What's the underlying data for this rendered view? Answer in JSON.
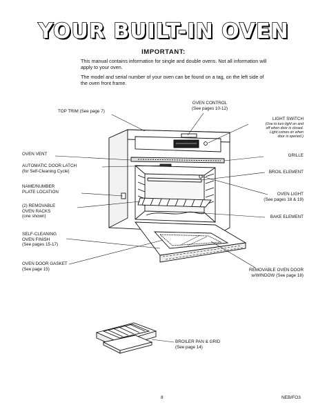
{
  "title": "YOUR BUILT-IN OVEN",
  "important": "IMPORTANT:",
  "paragraphs": [
    "This manual contains information for single and double ovens. Not all information will apply to your oven.",
    "The model and serial number of your oven can be found on a tag, on the left side of the oven front frame."
  ],
  "labels": {
    "top_trim": {
      "main": "TOP TRIM (See page 7)"
    },
    "oven_control": {
      "main": "OVEN CONTROL",
      "sub": "(See pages 10-12)"
    },
    "light_switch": {
      "main": "LIGHT SWITCH",
      "sub": [
        "(Use to turn light on and",
        "off when door is closed.",
        "Light comes on when",
        "door is opened.)"
      ]
    },
    "oven_vent": {
      "main": "OVEN VENT"
    },
    "grille": {
      "main": "GRILLE"
    },
    "door_latch": {
      "main": "AUTOMATIC DOOR LATCH",
      "sub": "(for Self-Cleaning Cycle)"
    },
    "broil_element": {
      "main": "BROIL ELEMENT"
    },
    "name_plate": {
      "main": "NAME/NUMBER",
      "sub": "PLATE LOCATION"
    },
    "oven_light": {
      "main": "OVEN LIGHT",
      "sub": "(See pages 18 & 19)"
    },
    "oven_racks": {
      "main": "(2) REMOVABLE",
      "sub": "OVEN RACKS",
      "sub2": "(one shown)"
    },
    "bake_element": {
      "main": "BAKE ELEMENT"
    },
    "self_cleaning": {
      "main": "SELF-CLEANING",
      "sub": "OVEN FINISH",
      "sub2": "(See pages 15-17)"
    },
    "door_gasket": {
      "main": "OVEN DOOR GASKET",
      "sub": "(See page 15)"
    },
    "oven_door": {
      "main": "REMOVABLE OVEN DOOR",
      "sub": "w/WINDOW (See page 18)"
    },
    "broiler_pan": {
      "main": "BROILER PAN & GRID",
      "sub": "(See page 14)"
    }
  },
  "footer": {
    "page": "8",
    "code": "NEB/FO3"
  }
}
